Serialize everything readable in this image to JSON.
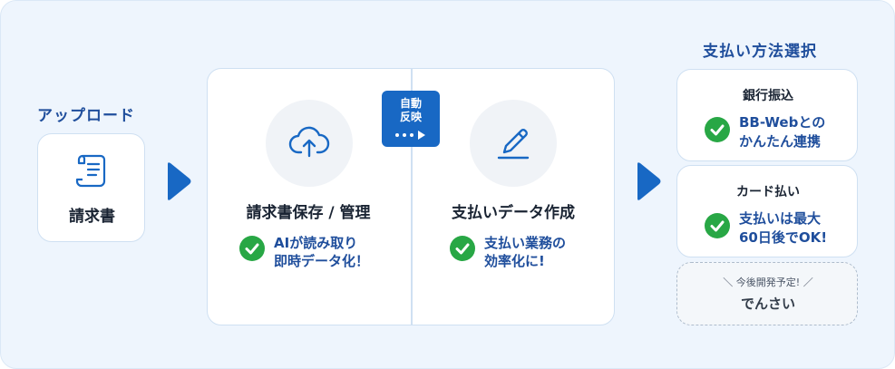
{
  "upload": {
    "heading": "アップロード",
    "card_label": "請求書",
    "icon": "document-icon"
  },
  "process": {
    "left": {
      "title": "請求書保存 / 管理",
      "feature_line1": "AIが読み取り",
      "feature_line2": "即時データ化！",
      "icon": "cloud-upload-icon"
    },
    "badge": {
      "line1": "自動",
      "line2": "反映",
      "icon": "dotted-arrow-icon"
    },
    "right": {
      "title": "支払いデータ作成",
      "feature_line1": "支払い業務の",
      "feature_line2": "効率化に!",
      "icon": "pen-icon"
    }
  },
  "payment": {
    "heading": "支払い方法選択",
    "bank": {
      "title": "銀行振込",
      "line1": "BB-Webとの",
      "line2": "かんたん連携"
    },
    "card": {
      "title": "カード払い",
      "line1": "支払いは最大",
      "line2": "60日後でOK!"
    },
    "future": {
      "note": "＼ 今後開発予定! ／",
      "title": "でんさい"
    }
  },
  "colors": {
    "accent": "#1868c4",
    "heading": "#1f4e9c",
    "check": "#28a745",
    "background": "#eef5fd"
  }
}
